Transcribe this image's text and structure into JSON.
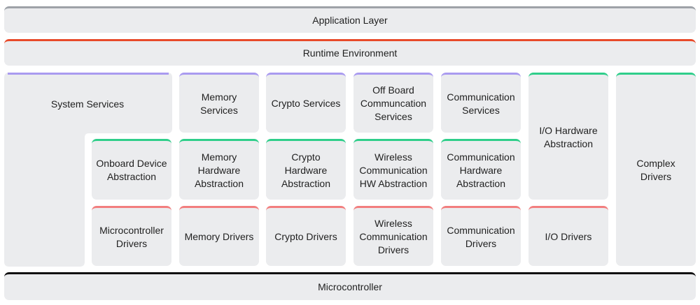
{
  "colors": {
    "box_fill": "#ebecee",
    "application": "#9ea2a8",
    "runtime": "#e84a2a",
    "services": "#a99af0",
    "abstraction": "#2fce8a",
    "drivers": "#f27e7e",
    "microcontroller": "#111111"
  },
  "layers": {
    "application": "Application Layer",
    "runtime": "Runtime Environment",
    "microcontroller": "Microcontroller"
  },
  "services": {
    "system": "System Services",
    "memory": "Memory\nServices",
    "crypto": "Crypto Services",
    "offboard": "Off Board\nCommuncation\nServices",
    "communication": "Communication\nServices"
  },
  "abstraction": {
    "onboard": "Onboard Device\nAbstraction",
    "memory": "Memory\nHardware\nAbstraction",
    "crypto": "Crypto\nHardware\nAbstraction",
    "wireless": "Wireless\nCommunication\nHW Abstraction",
    "communication": "Communication\nHardware\nAbstraction",
    "io": "I/O Hardware\nAbstraction"
  },
  "drivers": {
    "microcontroller": "Microcontroller\nDrivers",
    "memory": "Memory Drivers",
    "crypto": "Crypto Drivers",
    "wireless": "Wireless\nCommunication\nDrivers",
    "communication": "Communication\nDrivers",
    "io": "I/O Drivers"
  },
  "complex": "Complex\nDrivers"
}
